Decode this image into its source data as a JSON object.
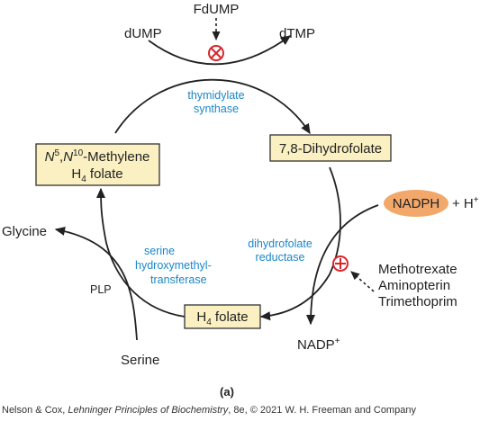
{
  "colors": {
    "enzyme_text": "#1a87c7",
    "box_fill": "#fbf0c2",
    "inhibitor": "#d7262b",
    "nadph_fill": "#f2a86a",
    "line": "#222222"
  },
  "metabolites": {
    "fdump": "FdUMP",
    "dump": "dUMP",
    "dtmp": "dTMP",
    "glycine": "Glycine",
    "serine": "Serine",
    "plp": "PLP",
    "nadph": "NADPH",
    "plus_h": "+ H",
    "plus_h_sup": "+",
    "nadp": "NADP",
    "nadp_sup": "+"
  },
  "boxes": {
    "methylene_n": "N",
    "methylene_sup1": "5",
    "methylene_comma": ",",
    "methylene_n2": "N",
    "methylene_sup2": "10",
    "methylene_rest": "-Methylene",
    "methylene_line2_a": "H",
    "methylene_line2_sub": "4",
    "methylene_line2_b": " folate",
    "dihydrofolate": "7,8-Dihydrofolate",
    "h4_a": "H",
    "h4_sub": "4",
    "h4_b": " folate"
  },
  "enzymes": {
    "ts_line1": "thymidylate",
    "ts_line2": "synthase",
    "dhfr_line1": "dihydrofolate",
    "dhfr_line2": "reductase",
    "shmt_line1": "serine",
    "shmt_line2": "hydroxymethyl-",
    "shmt_line3": "transferase"
  },
  "inhibitors": {
    "methotrexate": "Methotrexate",
    "aminopterin": "Aminopterin",
    "trimethoprim": "Trimethoprim"
  },
  "panel_label": "(a)",
  "credit": {
    "prefix": "Nelson & Cox, ",
    "title": "Lehninger Principles of Biochemistry",
    "suffix": ", 8e, © 2021 W. H. Freeman and Company"
  }
}
